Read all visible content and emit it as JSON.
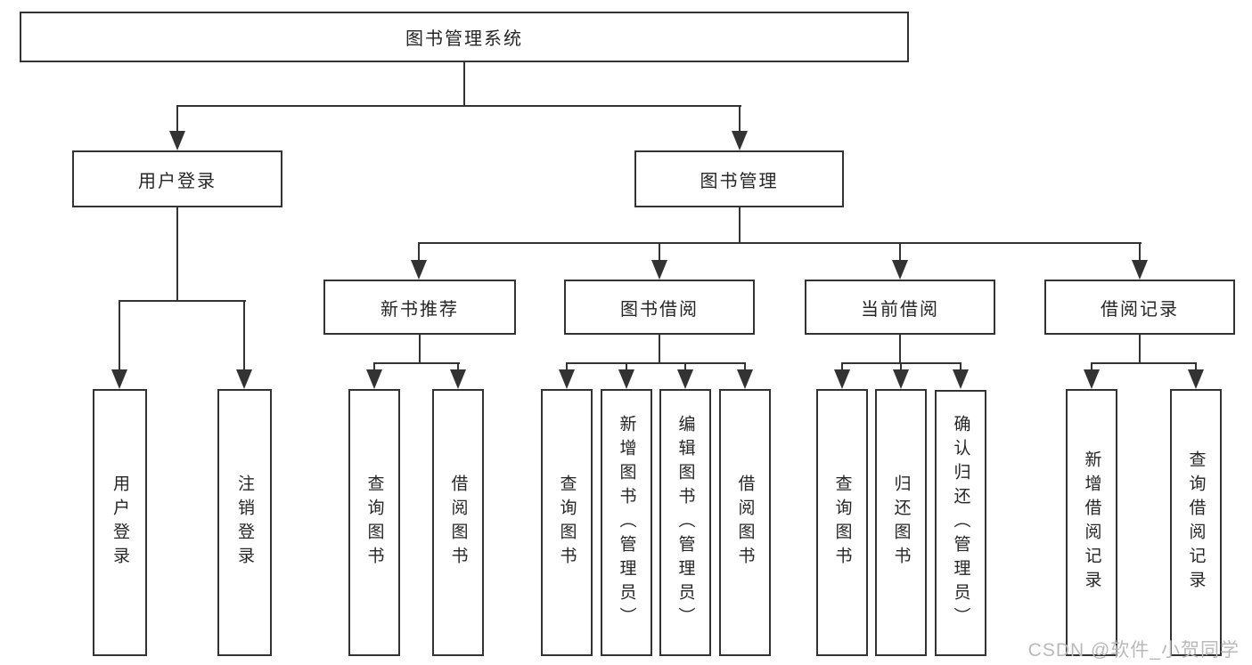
{
  "page": {
    "background": "#ffffff"
  },
  "style": {
    "line_color": "#333333",
    "text_color": "#262626",
    "box_background": "#ffffff",
    "watermark_color": "#b9b9b9"
  },
  "watermark": {
    "text": "CSDN @软件_小贺同学"
  },
  "tree": {
    "label": "图书管理系统",
    "children": [
      {
        "label": "用户登录",
        "children": [
          {
            "label": "用户登录"
          },
          {
            "label": "注销登录"
          }
        ]
      },
      {
        "label": "图书管理",
        "children": [
          {
            "label": "新书推荐",
            "children": [
              {
                "label": "查询图书"
              },
              {
                "label": "借阅图书"
              }
            ]
          },
          {
            "label": "图书借阅",
            "children": [
              {
                "label": "查询图书"
              },
              {
                "label": "新增图书（管理员）"
              },
              {
                "label": "编辑图书（管理员）"
              },
              {
                "label": "借阅图书"
              }
            ]
          },
          {
            "label": "当前借阅",
            "children": [
              {
                "label": "查询图书"
              },
              {
                "label": "归还图书"
              },
              {
                "label": "确认归还（管理员）"
              }
            ]
          },
          {
            "label": "借阅记录",
            "children": [
              {
                "label": "新增借阅记录"
              },
              {
                "label": "查询借阅记录"
              }
            ]
          }
        ]
      }
    ]
  }
}
